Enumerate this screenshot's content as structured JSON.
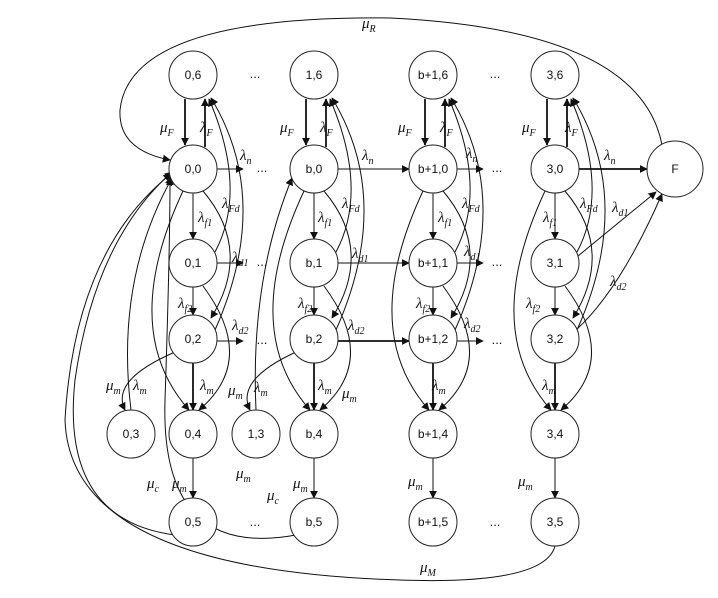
{
  "diagram": {
    "nodes": [
      {
        "id": "0,6",
        "label": "0,6"
      },
      {
        "id": "0,0",
        "label": "0,0"
      },
      {
        "id": "0,1",
        "label": "0,1"
      },
      {
        "id": "0,2",
        "label": "0,2"
      },
      {
        "id": "0,3",
        "label": "0,3"
      },
      {
        "id": "0,4",
        "label": "0,4"
      },
      {
        "id": "0,5",
        "label": "0,5"
      },
      {
        "id": "1,6",
        "label": "1,6"
      },
      {
        "id": "b,0",
        "label": "b,0"
      },
      {
        "id": "b,1",
        "label": "b,1"
      },
      {
        "id": "b,2",
        "label": "b,2"
      },
      {
        "id": "1,3",
        "label": "1,3"
      },
      {
        "id": "b,4",
        "label": "b,4"
      },
      {
        "id": "b,5",
        "label": "b,5"
      },
      {
        "id": "b+1,6",
        "label": "b+1,6"
      },
      {
        "id": "b+1,0",
        "label": "b+1,0"
      },
      {
        "id": "b+1,1",
        "label": "b+1,1"
      },
      {
        "id": "b+1,2",
        "label": "b+1,2"
      },
      {
        "id": "b+1,4",
        "label": "b+1,4"
      },
      {
        "id": "b+1,5",
        "label": "b+1,5"
      },
      {
        "id": "3,6",
        "label": "3,6"
      },
      {
        "id": "3,0",
        "label": "3,0"
      },
      {
        "id": "3,1",
        "label": "3,1"
      },
      {
        "id": "3,2",
        "label": "3,2"
      },
      {
        "id": "3,4",
        "label": "3,4"
      },
      {
        "id": "3,5",
        "label": "3,5"
      },
      {
        "id": "F",
        "label": "F"
      }
    ],
    "ellipsis": "...",
    "edge_labels": [
      {
        "sym": "μ",
        "sub": "R"
      },
      {
        "sym": "μ",
        "sub": "M"
      },
      {
        "sym": "μ",
        "sub": "F"
      },
      {
        "sym": "λ",
        "sub": "F"
      },
      {
        "sym": "λ",
        "sub": "n"
      },
      {
        "sym": "λ",
        "sub": "Fd"
      },
      {
        "sym": "λ",
        "sub": "f1"
      },
      {
        "sym": "λ",
        "sub": "d1"
      },
      {
        "sym": "λ",
        "sub": "f2"
      },
      {
        "sym": "λ",
        "sub": "d2"
      },
      {
        "sym": "λ",
        "sub": "m"
      },
      {
        "sym": "μ",
        "sub": "m"
      },
      {
        "sym": "λ",
        "sub": "m"
      },
      {
        "sym": "μ",
        "sub": "m"
      },
      {
        "sym": "μ",
        "sub": "c"
      },
      {
        "sym": "μ",
        "sub": "m"
      },
      {
        "sym": "μ",
        "sub": "F"
      },
      {
        "sym": "λ",
        "sub": "F"
      },
      {
        "sym": "λ",
        "sub": "n"
      },
      {
        "sym": "λ",
        "sub": "Fd"
      },
      {
        "sym": "λ",
        "sub": "f1"
      },
      {
        "sym": "λ",
        "sub": "d1"
      },
      {
        "sym": "λ",
        "sub": "f2"
      },
      {
        "sym": "λ",
        "sub": "d2"
      },
      {
        "sym": "λ",
        "sub": "m"
      },
      {
        "sym": "μ",
        "sub": "m"
      },
      {
        "sym": "λ",
        "sub": "m"
      },
      {
        "sym": "μ",
        "sub": "m"
      },
      {
        "sym": "μ",
        "sub": "c"
      },
      {
        "sym": "μ",
        "sub": "m"
      },
      {
        "sym": "μ",
        "sub": "F"
      },
      {
        "sym": "λ",
        "sub": "F"
      },
      {
        "sym": "λ",
        "sub": "n"
      },
      {
        "sym": "λ",
        "sub": "Fd"
      },
      {
        "sym": "λ",
        "sub": "f1"
      },
      {
        "sym": "λ",
        "sub": "d1"
      },
      {
        "sym": "λ",
        "sub": "f2"
      },
      {
        "sym": "λ",
        "sub": "d2"
      },
      {
        "sym": "λ",
        "sub": "m"
      },
      {
        "sym": "μ",
        "sub": "m"
      },
      {
        "sym": "μ",
        "sub": "F"
      },
      {
        "sym": "λ",
        "sub": "F"
      },
      {
        "sym": "λ",
        "sub": "n"
      },
      {
        "sym": "λ",
        "sub": "Fd"
      },
      {
        "sym": "λ",
        "sub": "d1"
      },
      {
        "sym": "λ",
        "sub": "f1"
      },
      {
        "sym": "λ",
        "sub": "d2"
      },
      {
        "sym": "λ",
        "sub": "f2"
      },
      {
        "sym": "λ",
        "sub": "m"
      },
      {
        "sym": "μ",
        "sub": "m"
      }
    ]
  }
}
